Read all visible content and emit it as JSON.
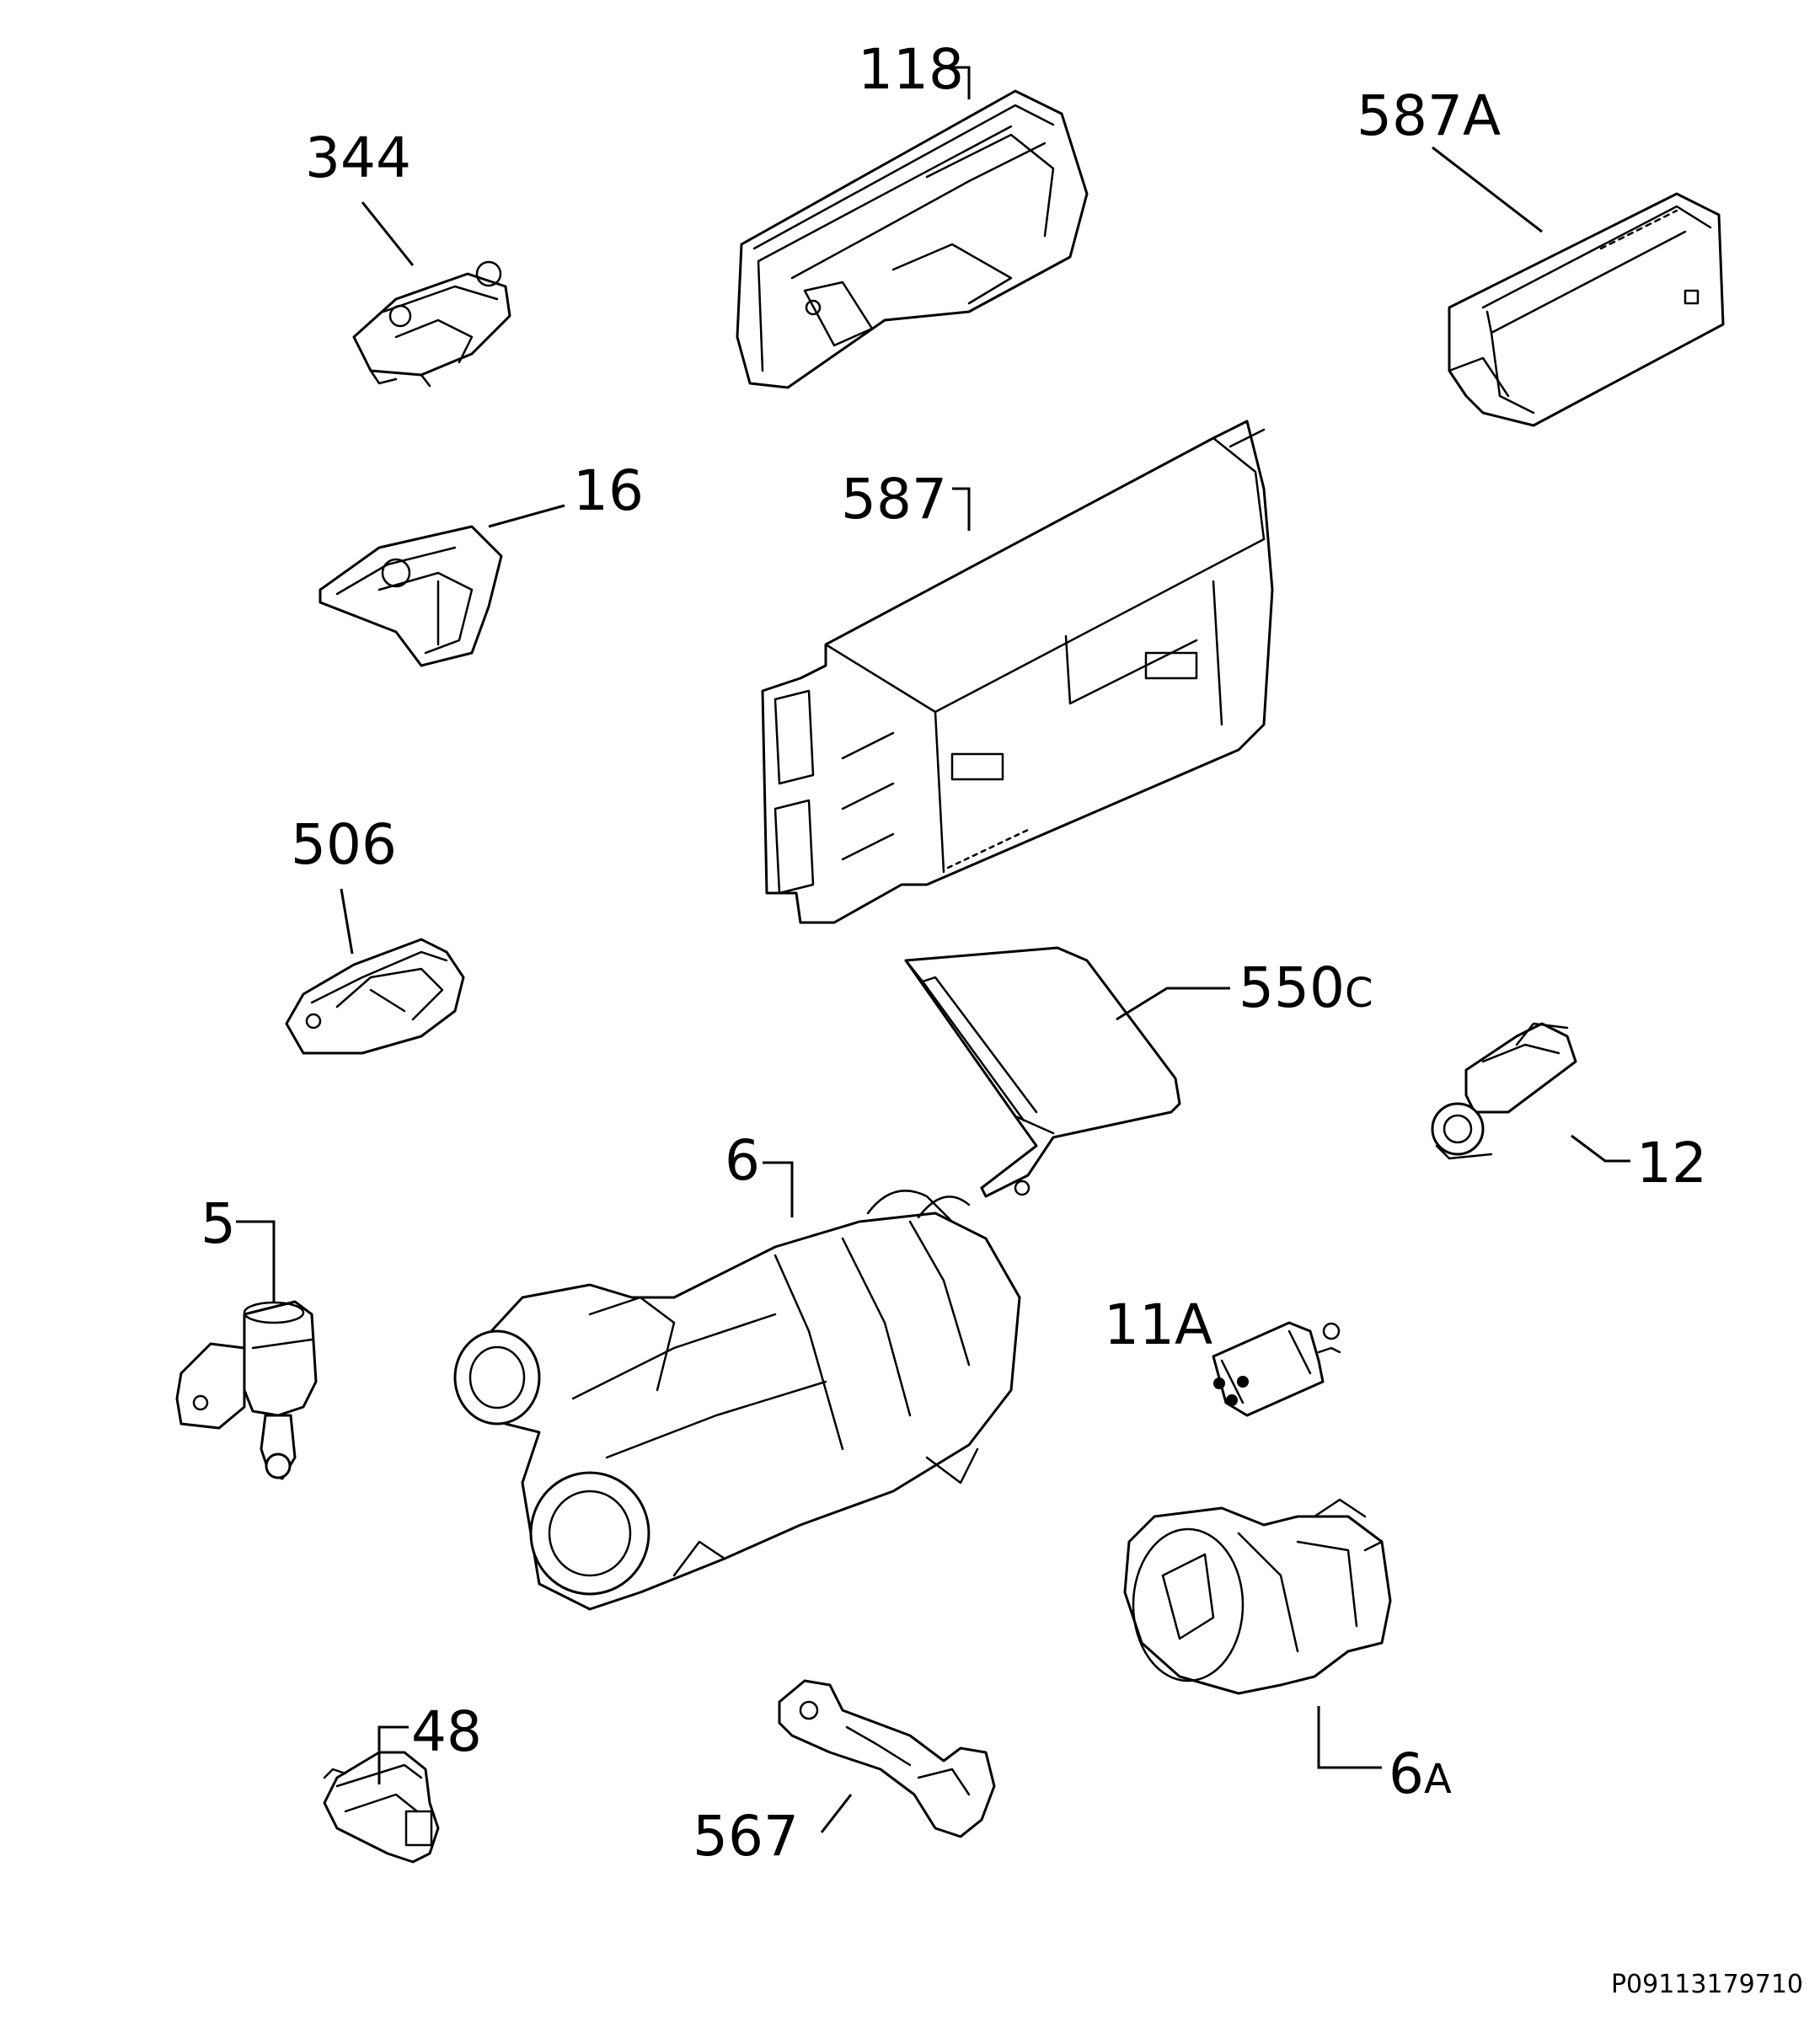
{
  "diagram": {
    "labels": {
      "p118": "118",
      "p587A": "587A",
      "p344": "344",
      "p16": "16",
      "p587": "587",
      "p506": "506",
      "p550C": "550",
      "p550C_suffix": "C",
      "p12": "12",
      "p6": "6",
      "p5": "5",
      "p11A": "11A",
      "p6A": "6",
      "p6A_suffix": "A",
      "p48": "48",
      "p567": "567"
    },
    "drawing_code": "P09113179710"
  }
}
